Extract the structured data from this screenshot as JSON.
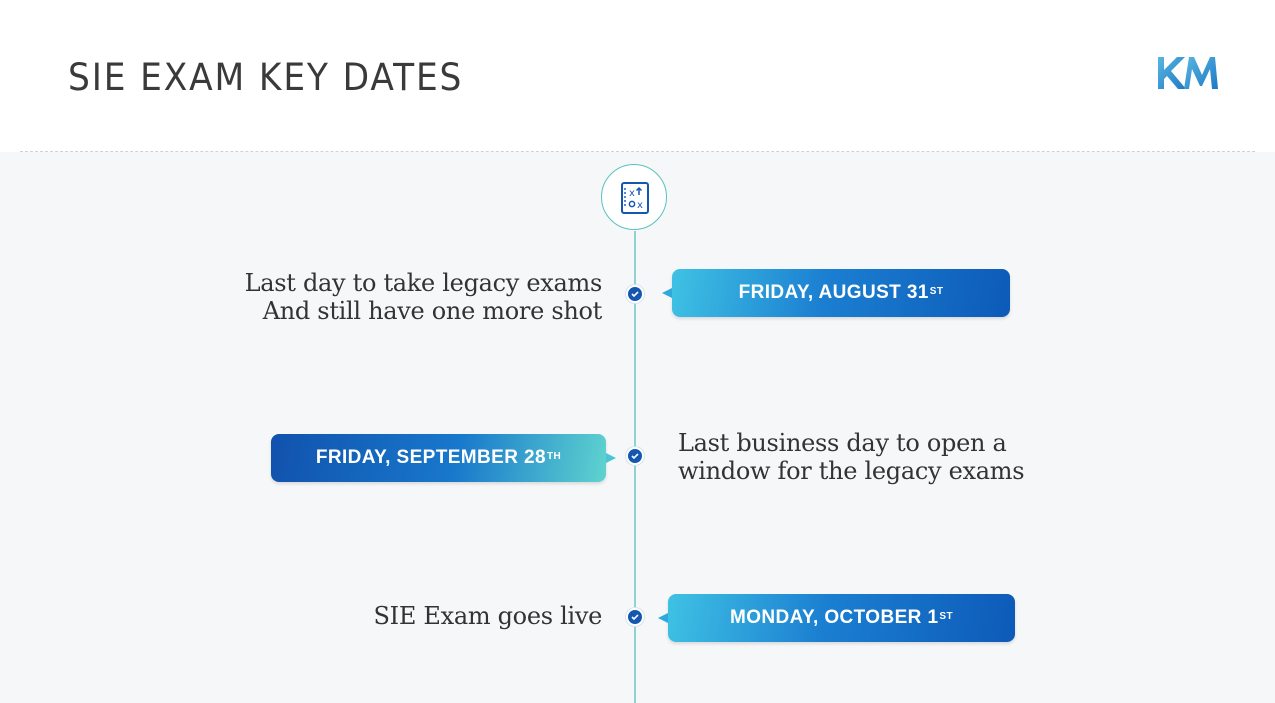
{
  "header": {
    "title": "SIE EXAM KEY DATES",
    "logo_text": "KM"
  },
  "colors": {
    "accent_blue": "#1357b0",
    "accent_teal": "#58c2bf",
    "logo_blue": "#2a8fd0"
  },
  "timeline": {
    "top_icon": "exam-clipboard-icon",
    "events": [
      {
        "description_lines": [
          "Last day to take legacy exams",
          "And still have one more shot"
        ],
        "date_label": "FRIDAY, AUGUST 31",
        "date_suffix": "ST"
      },
      {
        "description_lines": [
          "Last business day to open a",
          "window for the legacy exams"
        ],
        "date_label": "FRIDAY, SEPTEMBER 28",
        "date_suffix": "TH"
      },
      {
        "description_lines": [
          "SIE Exam goes live"
        ],
        "date_label": "MONDAY, OCTOBER 1",
        "date_suffix": "ST"
      }
    ]
  }
}
